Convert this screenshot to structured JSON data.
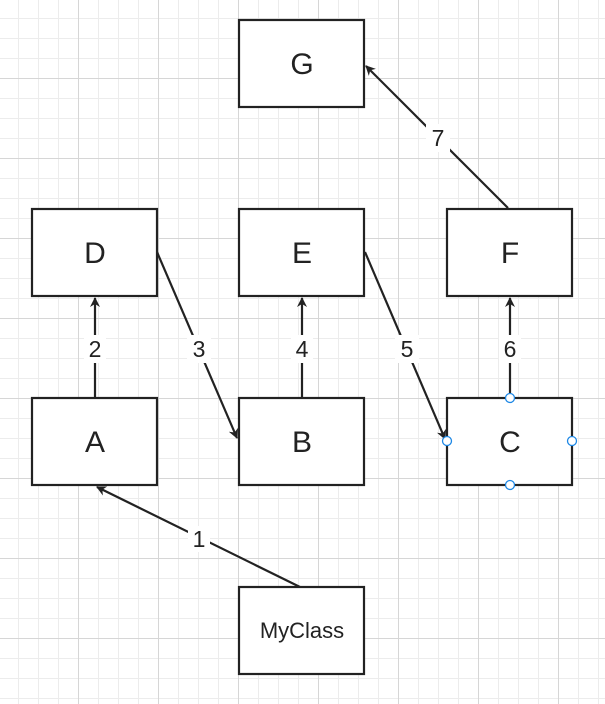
{
  "nodes": [
    {
      "id": "G",
      "label": "G"
    },
    {
      "id": "D",
      "label": "D"
    },
    {
      "id": "E",
      "label": "E"
    },
    {
      "id": "F",
      "label": "F"
    },
    {
      "id": "A",
      "label": "A"
    },
    {
      "id": "B",
      "label": "B"
    },
    {
      "id": "C",
      "label": "C",
      "selected": true
    },
    {
      "id": "MyClass",
      "label": "MyClass"
    }
  ],
  "edges": [
    {
      "from": "MyClass",
      "to": "A",
      "label": "1"
    },
    {
      "from": "A",
      "to": "D",
      "label": "2"
    },
    {
      "from": "D",
      "to": "B",
      "label": "3"
    },
    {
      "from": "B",
      "to": "E",
      "label": "4"
    },
    {
      "from": "E",
      "to": "C",
      "label": "5"
    },
    {
      "from": "C",
      "to": "F",
      "label": "6"
    },
    {
      "from": "F",
      "to": "G",
      "label": "7"
    }
  ],
  "colors": {
    "stroke": "#222222",
    "selection_handle": "#1e88e5",
    "grid_major": "#d6d6d6",
    "grid_minor": "#ececec"
  }
}
